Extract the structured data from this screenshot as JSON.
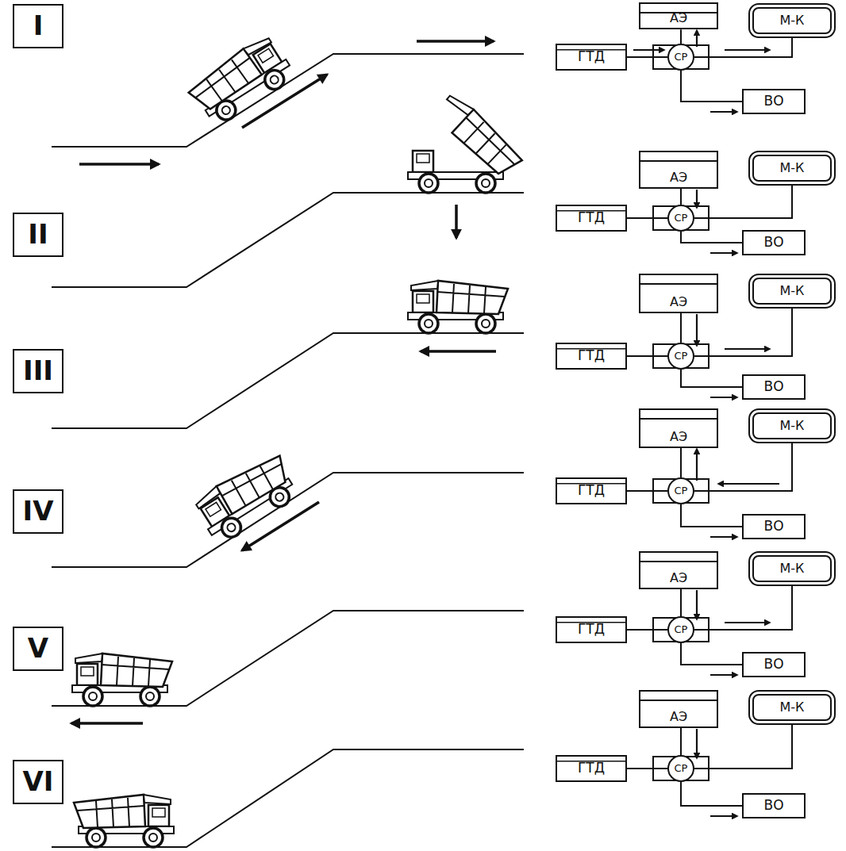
{
  "diagram": {
    "nodes": [
      {
        "text": [
          "I"
        ]
      },
      {
        "text": [
          "АЭ"
        ]
      },
      {
        "text": [
          "М-К"
        ]
      },
      {
        "text": [
          "ГТД"
        ]
      },
      {
        "text": [
          "СР"
        ]
      },
      {
        "text": [
          "ВО"
        ]
      },
      {
        "text": [
          "II"
        ]
      },
      {
        "text": [
          "АЭ"
        ]
      },
      {
        "text": [
          "М-К"
        ]
      },
      {
        "text": [
          "ГТД"
        ]
      },
      {
        "text": [
          "СР"
        ]
      },
      {
        "text": [
          "ВО"
        ]
      },
      {
        "text": [
          "III"
        ]
      },
      {
        "text": [
          "АЭ"
        ]
      },
      {
        "text": [
          "М-К"
        ]
      },
      {
        "text": [
          "ГТД"
        ]
      },
      {
        "text": [
          "СР"
        ]
      },
      {
        "text": [
          "ВО"
        ]
      },
      {
        "text": [
          "IV"
        ]
      },
      {
        "text": [
          "АЭ"
        ]
      },
      {
        "text": [
          "М-К"
        ]
      },
      {
        "text": [
          "ГТД"
        ]
      },
      {
        "text": [
          "СР"
        ]
      },
      {
        "text": [
          "ВО"
        ]
      },
      {
        "text": [
          "V"
        ]
      },
      {
        "text": [
          "АЭ"
        ]
      },
      {
        "text": [
          "М-К"
        ]
      },
      {
        "text": [
          "ГТД"
        ]
      },
      {
        "text": [
          "СР"
        ]
      },
      {
        "text": [
          "ВО"
        ]
      },
      {
        "text": [
          "VI"
        ]
      },
      {
        "text": [
          "АЭ"
        ]
      },
      {
        "text": [
          "М-К"
        ]
      },
      {
        "text": [
          "ГТД"
        ]
      },
      {
        "text": [
          "СР"
        ]
      },
      {
        "text": [
          "ВО"
        ]
      }
    ],
    "edges": [
      {
        "from": 3,
        "to": 4,
        "arrow": "none"
      },
      {
        "from": 4,
        "to": 1,
        "arrow": "none"
      },
      {
        "from": 4,
        "to": 2,
        "arrow": "none"
      },
      {
        "from": 4,
        "to": 5,
        "arrow": "none"
      },
      {
        "from": 9,
        "to": 10,
        "arrow": "none"
      },
      {
        "from": 10,
        "to": 7,
        "arrow": "none"
      },
      {
        "from": 10,
        "to": 8,
        "arrow": "none"
      },
      {
        "from": 10,
        "to": 11,
        "arrow": "none"
      },
      {
        "from": 15,
        "to": 16,
        "arrow": "none"
      },
      {
        "from": 16,
        "to": 13,
        "arrow": "none"
      },
      {
        "from": 16,
        "to": 14,
        "arrow": "none"
      },
      {
        "from": 16,
        "to": 17,
        "arrow": "none"
      },
      {
        "from": 21,
        "to": 22,
        "arrow": "none"
      },
      {
        "from": 22,
        "to": 19,
        "arrow": "none"
      },
      {
        "from": 22,
        "to": 20,
        "arrow": "none"
      },
      {
        "from": 22,
        "to": 23,
        "arrow": "none"
      },
      {
        "from": 27,
        "to": 28,
        "arrow": "none"
      },
      {
        "from": 28,
        "to": 25,
        "arrow": "none"
      },
      {
        "from": 28,
        "to": 26,
        "arrow": "none"
      },
      {
        "from": 28,
        "to": 29,
        "arrow": "none"
      },
      {
        "from": 33,
        "to": 34,
        "arrow": "none"
      },
      {
        "from": 34,
        "to": 31,
        "arrow": "none"
      },
      {
        "from": 34,
        "to": 32,
        "arrow": "none"
      },
      {
        "from": 34,
        "to": 35,
        "arrow": "none"
      }
    ]
  }
}
